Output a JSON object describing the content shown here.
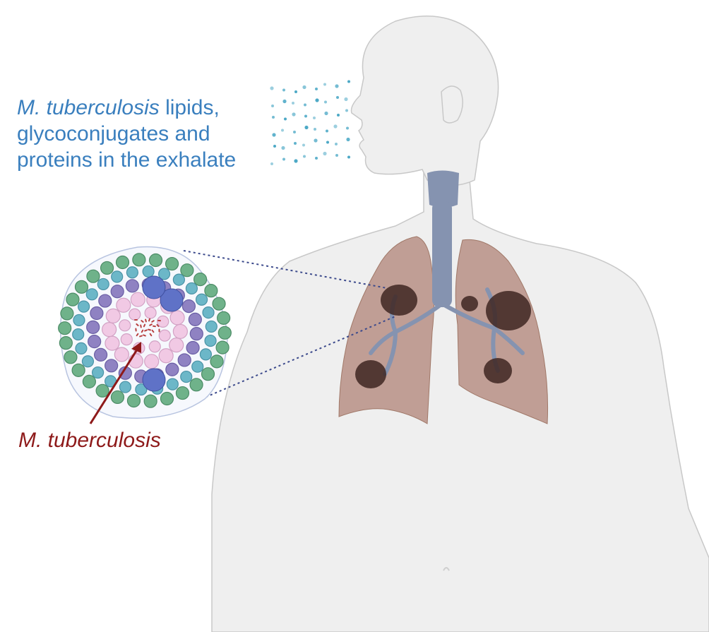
{
  "labels": {
    "exhalate": {
      "italic_part": "M. tuberculosis",
      "rest_line1": " lipids,",
      "line2": "glycoconjugates and",
      "line3": "proteins in the exhalate"
    },
    "pathogen": "M. tuberculosis"
  },
  "colors": {
    "exhalate_text": "#3a7fbe",
    "pathogen_text": "#8e1a1a",
    "body_fill": "#efefef",
    "body_stroke": "#c8c8c8",
    "lung_fill": "#b48a7e",
    "airway": "#8593b0",
    "lesion": "#3e2622",
    "dotted_line": "#3c4a8c",
    "aerosol": "#3aa0c0",
    "cluster_green": "#6fb28a",
    "cluster_teal": "#6cb7c8",
    "cluster_purple": "#8f82c2",
    "cluster_blue": "#5f72c7",
    "cluster_pink": "#f1c9e4",
    "bacteria": "#b84040"
  },
  "icons": [
    "human-torso",
    "lungs",
    "trachea",
    "granuloma",
    "aerosol-droplets",
    "bacteria-cluster"
  ]
}
